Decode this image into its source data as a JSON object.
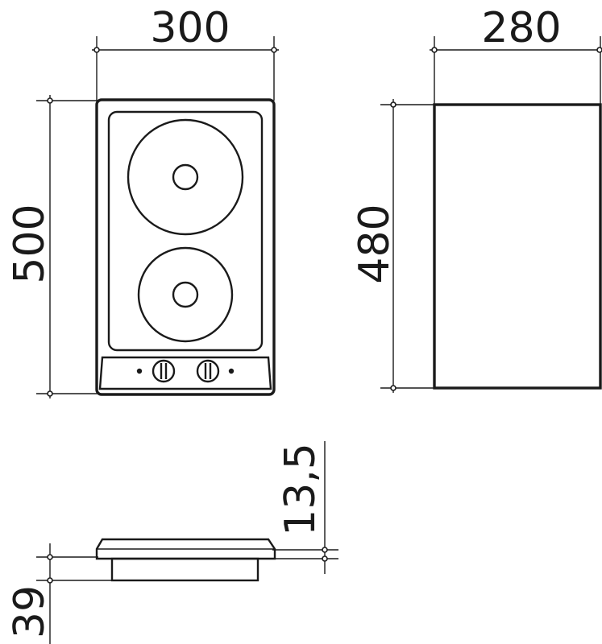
{
  "dimensions": {
    "width": "300",
    "depth": "280",
    "height": "500",
    "cutout_depth": "480",
    "thickness": "13,5",
    "built_in_depth": "39"
  }
}
